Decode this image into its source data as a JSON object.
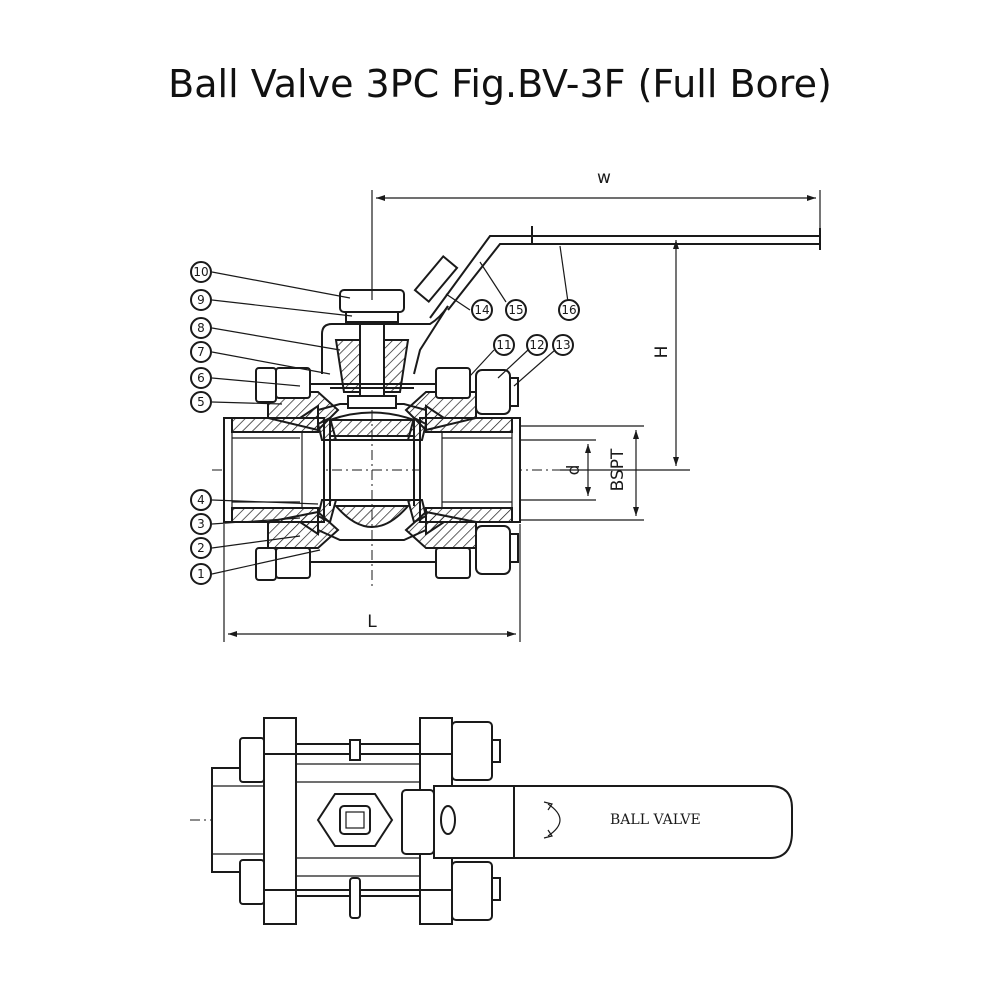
{
  "title": "Ball Valve 3PC Fig.BV-3F (Full Bore)",
  "dimensions": {
    "w": "w",
    "h": "H",
    "l": "L",
    "d": "d",
    "bspt": "BSPT"
  },
  "part_labels": [
    "1",
    "2",
    "3",
    "4",
    "5",
    "6",
    "7",
    "8",
    "9",
    "10",
    "11",
    "12",
    "13",
    "14",
    "15",
    "16"
  ],
  "handle_text": "BALL VALVE"
}
